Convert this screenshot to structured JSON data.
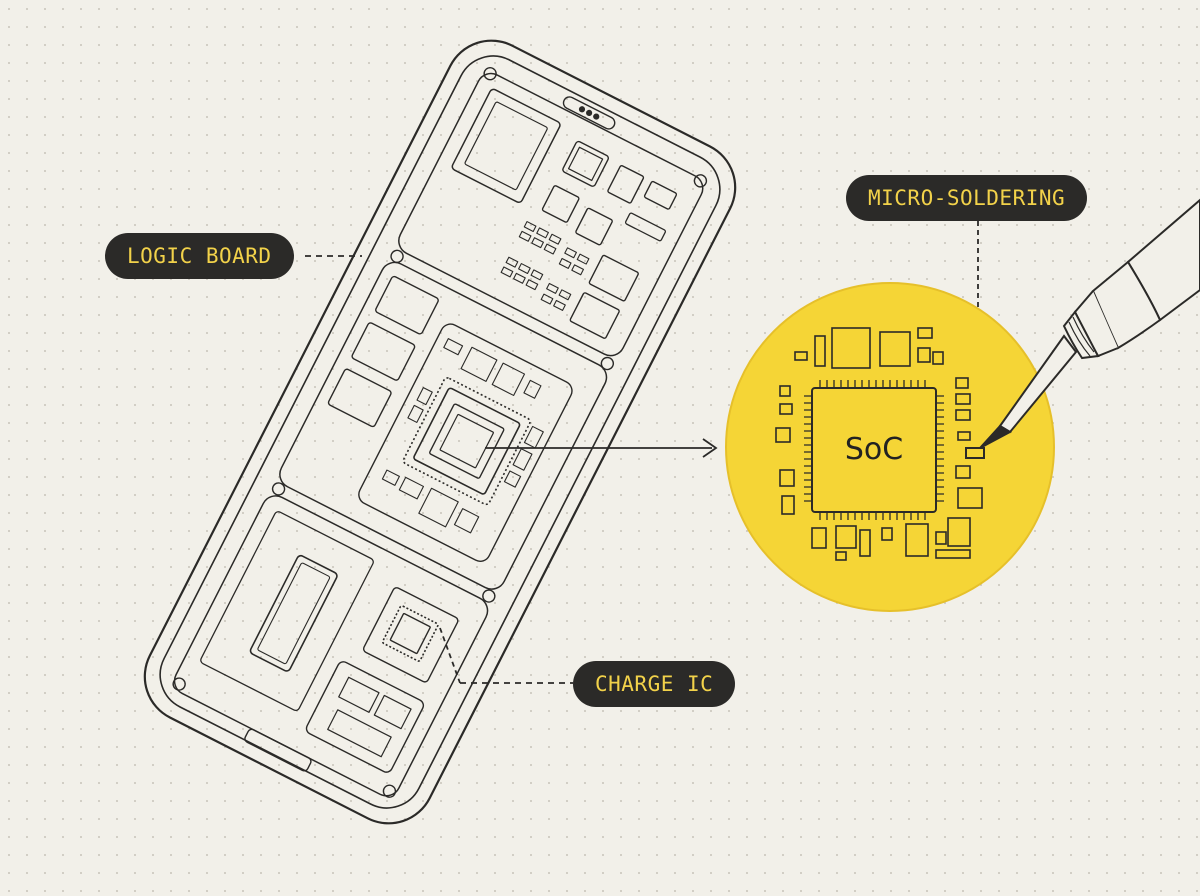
{
  "labels": {
    "logic_board": "LOGIC BOARD",
    "micro_soldering": "MICRO-SOLDERING",
    "charge_ic": "CHARGE IC",
    "soc": "SoC"
  },
  "colors": {
    "background": "#f2f0e9",
    "line": "#2b2a28",
    "callout_bg": "#2b2a28",
    "callout_text": "#f2d24a",
    "magnifier_fill": "#f5d536"
  },
  "icons": [
    "smartphone-board-diagram",
    "magnifier-circle",
    "soldering-iron-icon",
    "chip-icon"
  ]
}
